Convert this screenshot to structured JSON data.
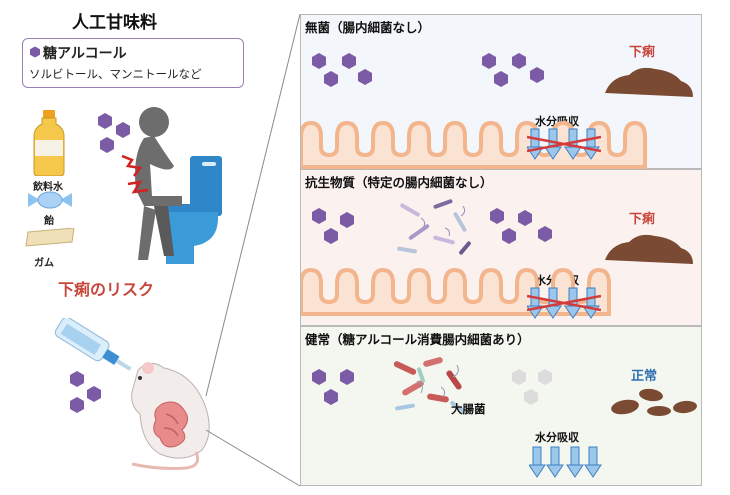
{
  "title": "人工甘味料",
  "legend": {
    "title": "糖アルコール",
    "examples": "ソルビトール、マンニトールなど"
  },
  "foods": {
    "drink": "飲料水",
    "candy": "飴",
    "gum": "ガム"
  },
  "risk_label": "下痢のリスク",
  "panels": [
    {
      "title": "無菌（腸内細菌なし）",
      "result": "下痢",
      "water_label": "水分吸収"
    },
    {
      "title": "抗生物質（特定の腸内細菌なし）",
      "result": "下痢",
      "water_label": "水分吸収"
    },
    {
      "title": "健常（糖アルコール消費腸内細菌あり）",
      "result": "正常",
      "water_label": "水分吸収",
      "bacteria_label": "大腸菌"
    }
  ],
  "colors": {
    "sugar_alcohol": "#7b5aa6",
    "consumed": "#dcdcdc",
    "diarrhea_text": "#c8463c",
    "normal_text": "#2f6fb0",
    "stool": "#7a4a32",
    "intestine": "#f2b58c",
    "arrow": "#6fa8dc",
    "blocked": "#d23c3c"
  },
  "icons": [
    "sugar-alcohol-hexagon-icon",
    "juice-bottle-icon",
    "candy-icon",
    "gum-icon",
    "person-on-toilet-icon",
    "mouse-icon",
    "dropper-icon",
    "stool-icon",
    "bacteria-icon",
    "down-arrow-icon"
  ]
}
